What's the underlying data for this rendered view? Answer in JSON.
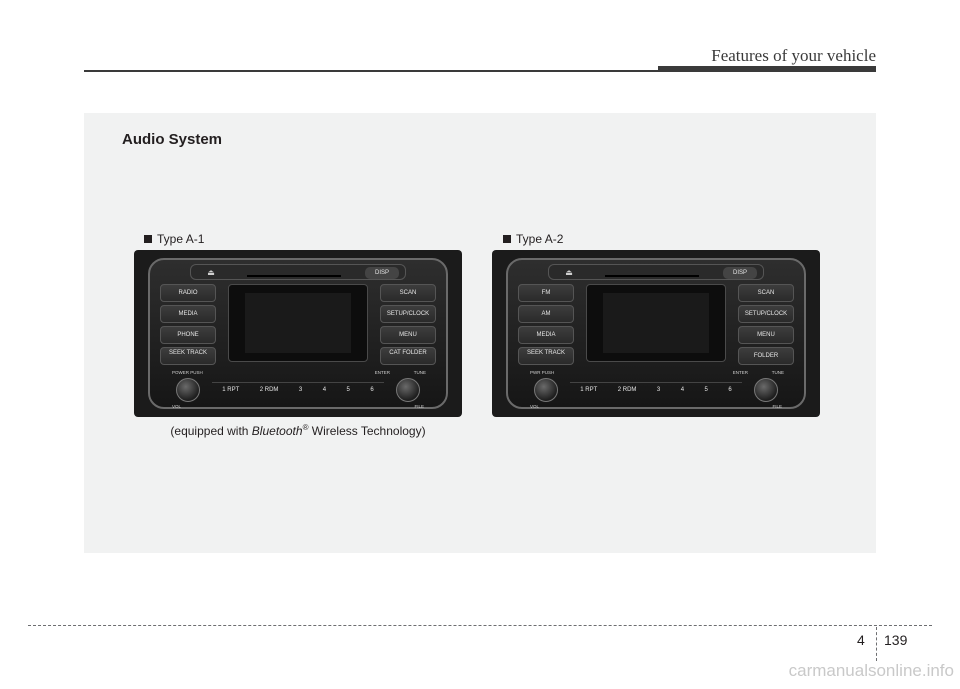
{
  "header": {
    "title": "Features of your vehicle"
  },
  "panel": {
    "title": "Audio System",
    "type_a1_label": "Type A-1",
    "type_a2_label": "Type A-2",
    "caption_prefix": "(equipped with ",
    "caption_brand": "Bluetooth",
    "caption_reg": "®",
    "caption_suffix": " Wireless Technology)"
  },
  "radio_a1": {
    "disp": "DISP",
    "left_buttons": [
      "RADIO",
      "MEDIA",
      "PHONE"
    ],
    "seek": "SEEK TRACK",
    "right_buttons": [
      "SCAN",
      "SETUP/CLOCK",
      "MENU"
    ],
    "folder": "CAT FOLDER",
    "power": "POWER PUSH",
    "vol": "VOL",
    "enter": "ENTER",
    "tune": "TUNE",
    "file": "FILE",
    "presets": [
      "1 RPT",
      "2 RDM",
      "3",
      "4",
      "5",
      "6"
    ]
  },
  "radio_a2": {
    "disp": "DISP",
    "left_buttons": [
      "FM",
      "AM",
      "MEDIA"
    ],
    "seek": "SEEK TRACK",
    "right_buttons": [
      "SCAN",
      "SETUP/CLOCK",
      "MENU"
    ],
    "folder": "FOLDER",
    "power": "PWR PUSH",
    "vol": "VOL",
    "enter": "ENTER",
    "tune": "TUNE",
    "file": "FILE",
    "presets": [
      "1 RPT",
      "2 RDM",
      "3",
      "4",
      "5",
      "6"
    ]
  },
  "footer": {
    "chapter": "4",
    "page": "139"
  },
  "watermark": "carmanualsonline.info"
}
